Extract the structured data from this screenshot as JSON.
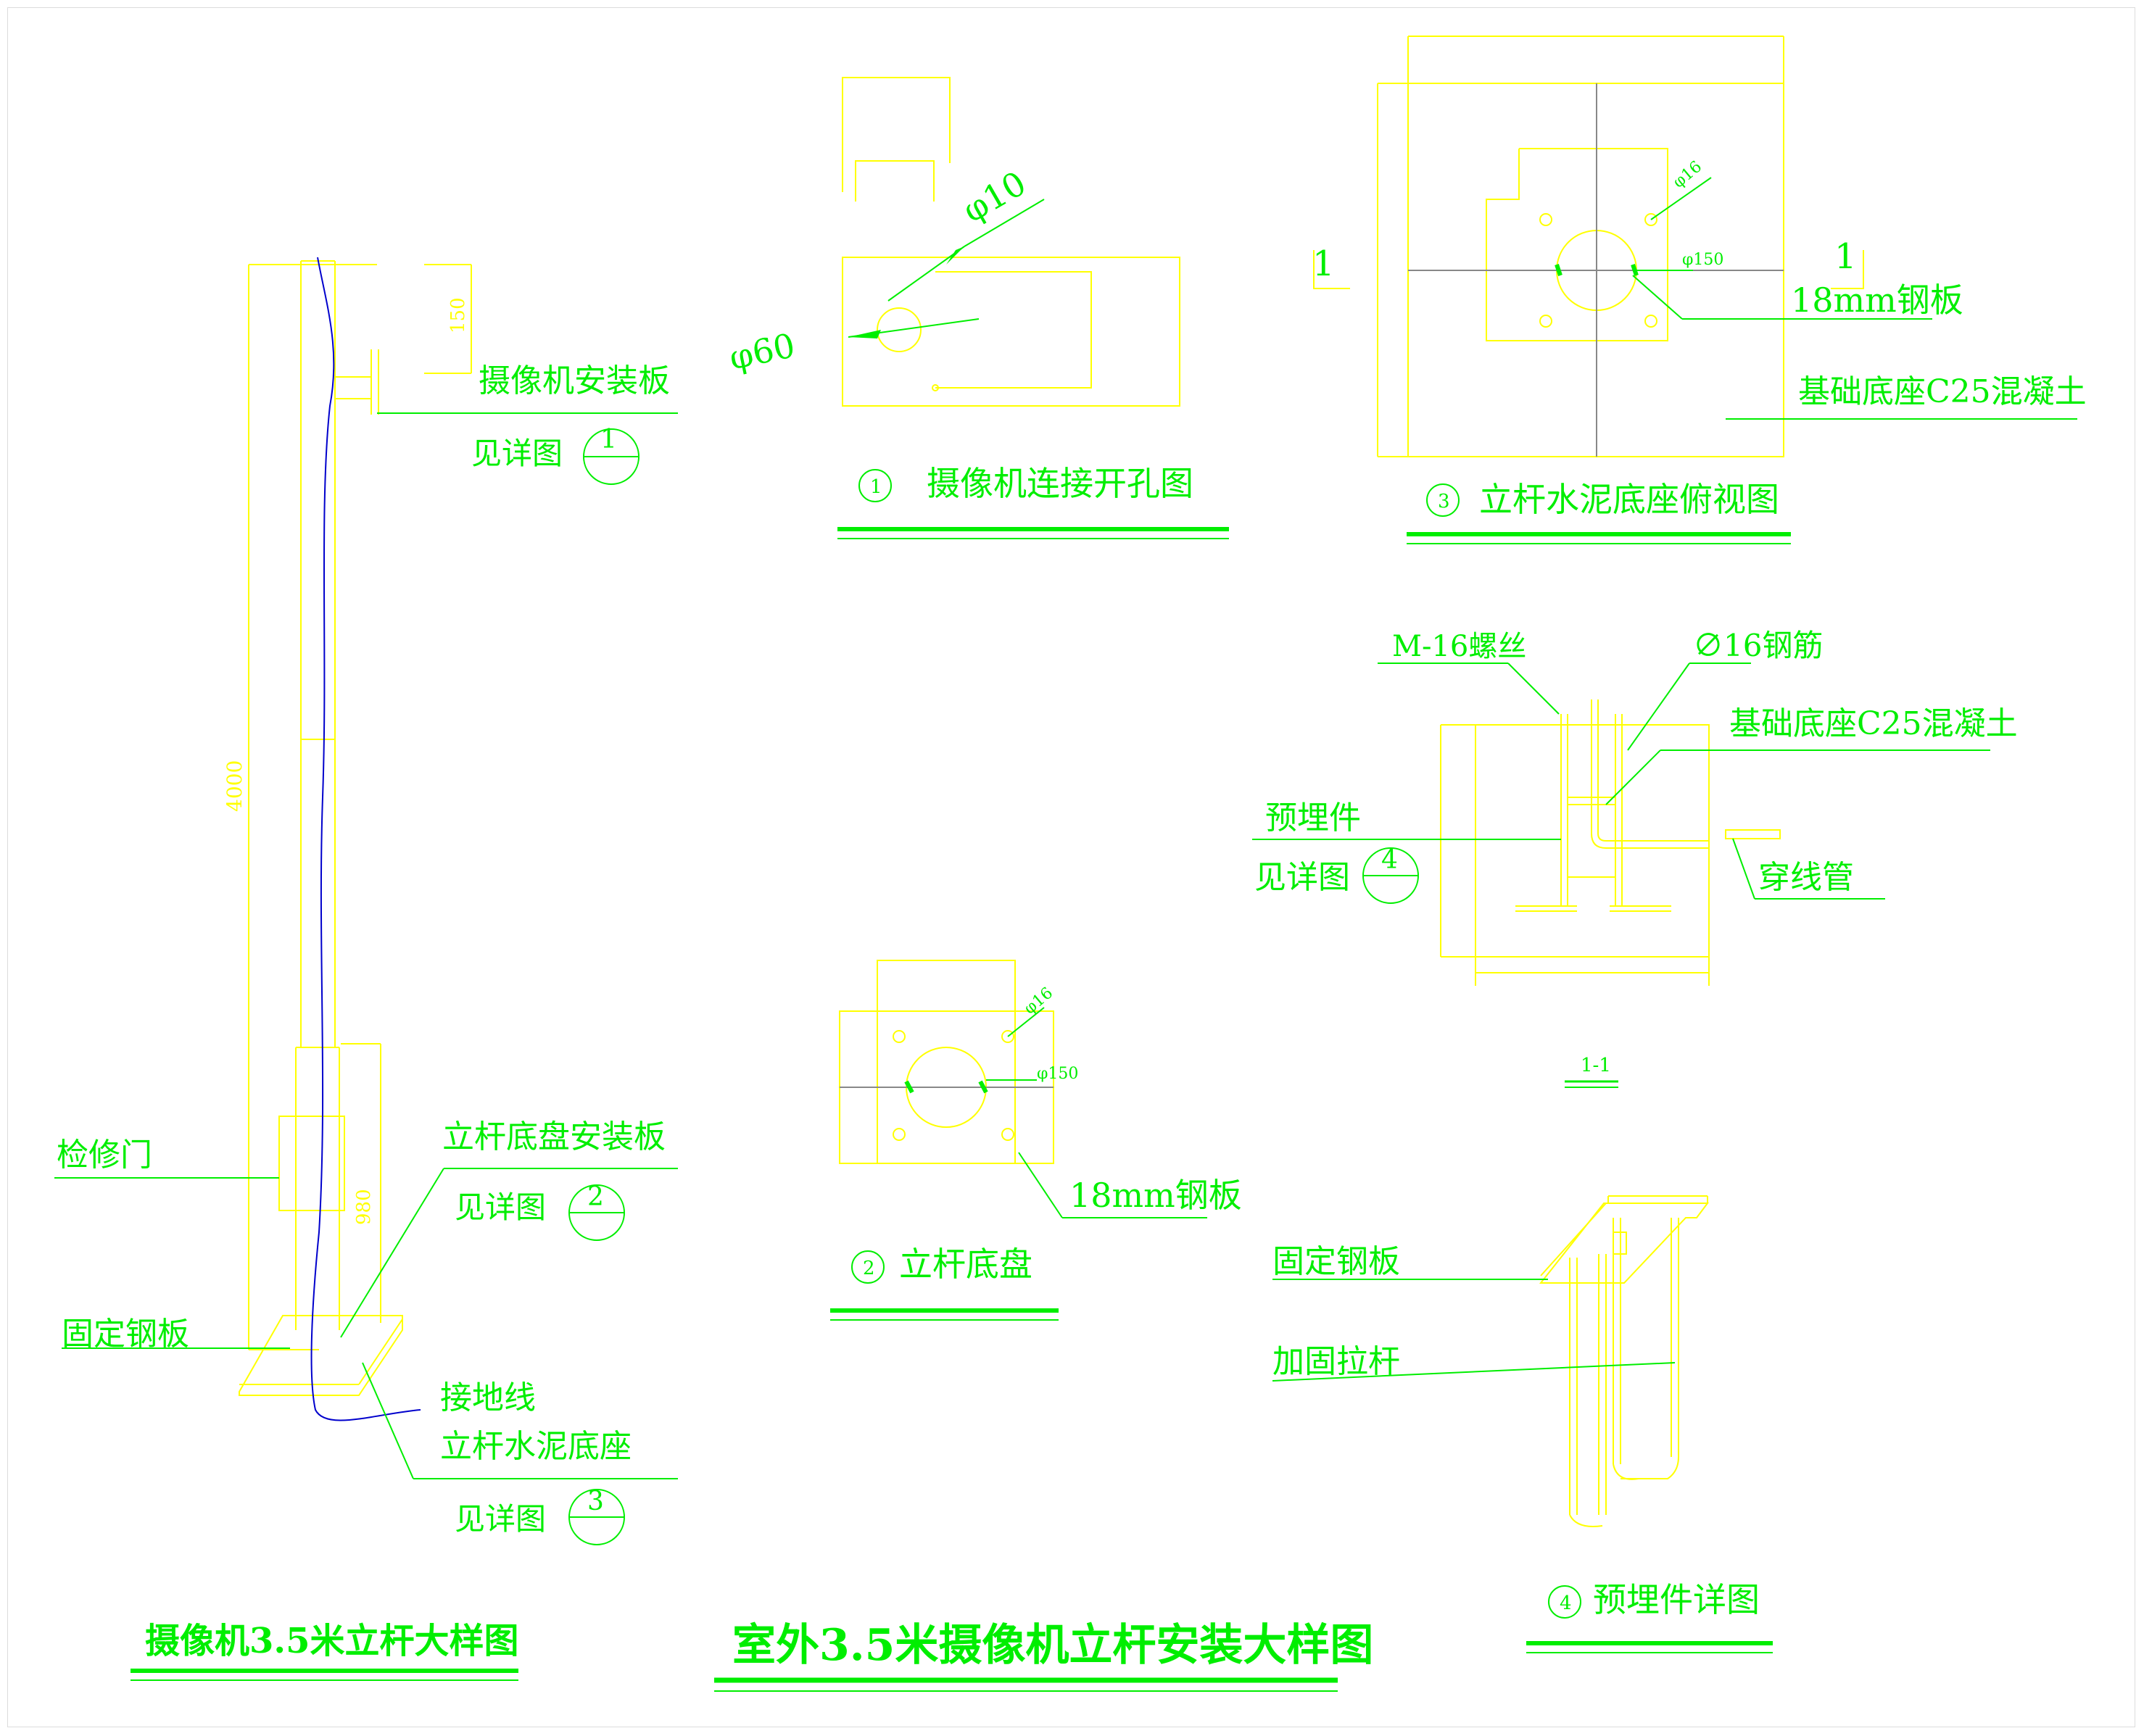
{
  "sheet_title": "室外3.5米摄像机立杆安装大样图",
  "colors": {
    "text": "#00ee00",
    "yellow": "#ffff00",
    "green": "#00ee00",
    "cable": "#0000cc",
    "dim_text": "#ffff00"
  },
  "pole_view": {
    "title": "摄像机3.5米立杆大样图",
    "dims": {
      "total_height": "4000",
      "bracket_offset": "150",
      "door_height": "980"
    },
    "labels": {
      "camera_plate": "摄像机安装板",
      "camera_plate_ref": "见详图",
      "camera_plate_ref_no": "1",
      "access_door": "检修门",
      "base_plate": "立杆底盘安装板",
      "base_plate_ref": "见详图",
      "base_plate_ref_no": "2",
      "fixed_plate": "固定钢板",
      "ground_wire": "接地线",
      "concrete_base": "立杆水泥底座",
      "concrete_base_ref": "见详图",
      "concrete_base_ref_no": "3"
    }
  },
  "detail_1": {
    "no": "1",
    "title": "摄像机连接开孔图",
    "dims": {
      "small_hole": "φ10",
      "big_hole": "φ60"
    }
  },
  "detail_2": {
    "no": "2",
    "title": "立杆底盘",
    "dims": {
      "bolt": "φ16",
      "center_hole": "φ150"
    },
    "plate_label": "18mm钢板"
  },
  "detail_3": {
    "no": "3",
    "title": "立杆水泥底座俯视图",
    "dims": {
      "bolt": "φ16",
      "center_hole": "φ150"
    },
    "plate_label": "18mm钢板",
    "concrete_label": "基础底座C25混凝土",
    "section_mark": "1"
  },
  "section_1_1": {
    "title": "1-1",
    "labels": {
      "screw": "M-16螺丝",
      "rebar": "∅16钢筋",
      "concrete": "基础底座C25混凝土",
      "embedded": "预埋件",
      "embedded_ref": "见详图",
      "embedded_ref_no": "4",
      "conduit": "穿线管"
    }
  },
  "detail_4": {
    "no": "4",
    "title": "预埋件详图",
    "labels": {
      "fixed_plate": "固定钢板",
      "tie_rod": "加固拉杆"
    }
  }
}
